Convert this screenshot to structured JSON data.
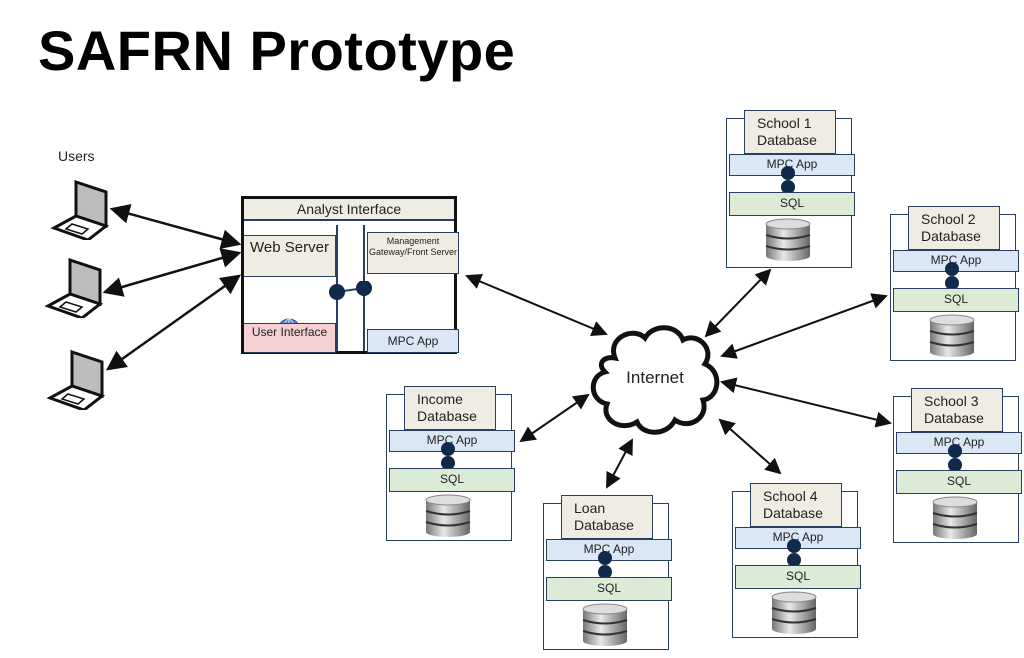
{
  "title": "SAFRN Prototype",
  "users": {
    "label": "Users",
    "devices": [
      "laptop-icon",
      "laptop-icon",
      "laptop-icon"
    ]
  },
  "analyst_interface": {
    "header": "Analyst Interface",
    "web_server": "Web Server",
    "user_interface": "User Interface",
    "management_gateway": "Management Gateway/Front Server",
    "mpc_app": "MPC App",
    "globe_icon": "globe-icon"
  },
  "internet": {
    "label": "Internet",
    "icon": "cloud-icon"
  },
  "databases": [
    {
      "id": "school1",
      "name_line1": "School 1",
      "name_line2": "Database",
      "mpc": "MPC App",
      "sql": "SQL"
    },
    {
      "id": "school2",
      "name_line1": "School 2",
      "name_line2": "Database",
      "mpc": "MPC App",
      "sql": "SQL"
    },
    {
      "id": "school3",
      "name_line1": "School 3",
      "name_line2": "Database",
      "mpc": "MPC App",
      "sql": "SQL"
    },
    {
      "id": "school4",
      "name_line1": "School 4",
      "name_line2": "Database",
      "mpc": "MPC App",
      "sql": "SQL"
    },
    {
      "id": "loan",
      "name_line1": "Loan",
      "name_line2": "Database",
      "mpc": "MPC App",
      "sql": "SQL"
    },
    {
      "id": "income",
      "name_line1": "Income",
      "name_line2": "Database",
      "mpc": "MPC App",
      "sql": "SQL"
    }
  ],
  "colors": {
    "header_fill": "#efece3",
    "mpc_fill": "#dae8f5",
    "sql_fill": "#dcebd5",
    "ui_fill": "#f5d0d2",
    "border": "#2a3f5f",
    "connector": "#0f2a4a"
  }
}
